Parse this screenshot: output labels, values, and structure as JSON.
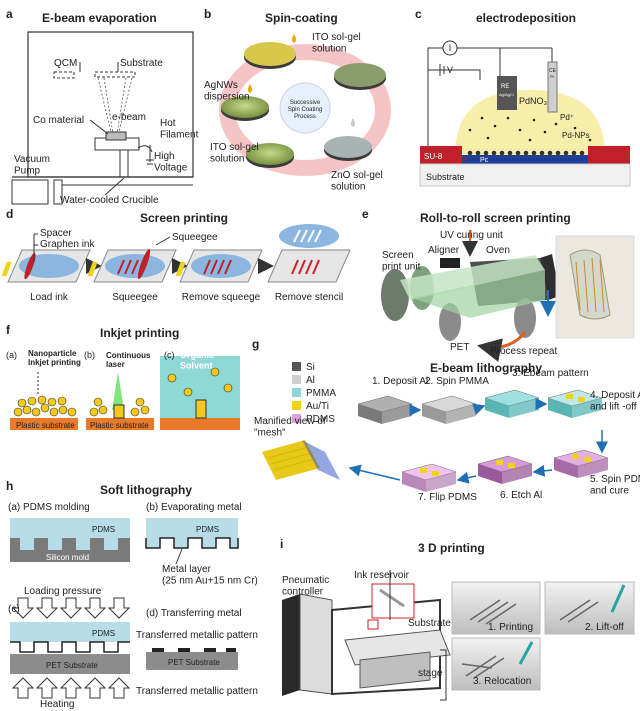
{
  "panels": {
    "a": {
      "letter": "a",
      "title": "E-beam evaporation",
      "labels": {
        "qcm": "QCM",
        "substrate": "Substrate",
        "co_material": "Co material",
        "ebeam": "e-beam",
        "hot_filament": "Hot\nFilament",
        "vacuum_pump": "Vacuum\nPump",
        "high_voltage": "High\nVoltage",
        "crucible": "Water-cooled Crucible"
      }
    },
    "b": {
      "letter": "b",
      "title": "Spin-coating",
      "labels": {
        "ito_top": "ITO sol-gel\nsolution",
        "agnws": "AgNWs\ndispersion",
        "process": "Successive\nSpin Coating\nProcess",
        "ito_bottom": "ITO sol-gel\nsolution",
        "zno": "ZnO sol-gel\nsolution"
      }
    },
    "c": {
      "letter": "c",
      "title": "electrodeposition",
      "labels": {
        "current": "I",
        "voltage": "V",
        "re": "RE",
        "re_sub": "Ag/AgCl",
        "ce": "CE",
        "ce_sub": "Pt",
        "pdno3": "PdNO₃",
        "pd_ion": "Pd⁺",
        "pd_nps": "Pd-NPs",
        "su8": "SU-8",
        "electron": "e",
        "pc": "Pc",
        "substrate": "Substrate"
      }
    },
    "d": {
      "letter": "d",
      "title": "Screen printing",
      "labels": {
        "spacer": "Spacer",
        "graphen_ink": "Graphen ink",
        "squeegee_top": "Squeegee"
      },
      "steps": [
        "Load ink",
        "Squeegee",
        "Remove squeege",
        "Remove stencil"
      ]
    },
    "e": {
      "letter": "e",
      "title": "Roll-to-roll screen printing",
      "labels": {
        "uv": "UV curing unit",
        "aligner": "Aligner",
        "oven": "Oven",
        "screen_print": "Screen\nprint unit",
        "pet": "PET",
        "repeat": "Process repeat"
      }
    },
    "f": {
      "letter": "f",
      "title": "Inkjet printing",
      "labels": {
        "a": "(a)",
        "b": "(b)",
        "c": "(c)",
        "nanoparticle": "Nanoparticle\nInkjet printing",
        "laser": "Continuous\nlaser",
        "solvent": "Organic\nSolvent",
        "plastic_a": "Plastic substrate",
        "plastic_b": "Plastic substrate"
      }
    },
    "g": {
      "letter": "g",
      "title": "E-beam lithography",
      "legend": [
        {
          "name": "Si",
          "color": "#555555"
        },
        {
          "name": "Al",
          "color": "#cfcfcf"
        },
        {
          "name": "PMMA",
          "color": "#8fd6d6"
        },
        {
          "name": "Au/Ti",
          "color": "#f2d31b"
        },
        {
          "name": "PDMS",
          "color": "#d9a3d9"
        }
      ],
      "steps": [
        "1. Deposit Al",
        "2. Spin PMMA",
        "3. Ebeam pattern",
        "4. Deposit Au/Ti\nand lift -off",
        "5. Spin PDMS\nand cure",
        "6. Etch Al",
        "7. Flip PDMS"
      ],
      "manified": "Manified view of\n\"mesh\""
    },
    "h": {
      "letter": "h",
      "title": "Soft lithography",
      "labels": {
        "a": "(a) PDMS molding",
        "b": "(b) Evaporating metal",
        "c": "(c)",
        "d": "(d) Transferring metal",
        "pdms1": "PDMS",
        "pdms2": "PDMS",
        "pdms3": "PDMS",
        "silicon": "Silicon mold",
        "metal_layer": "Metal layer\n(25 nm Au+15 nm Cr)",
        "loading": "Loading pressure",
        "pet1": "PET Substrate",
        "pet2": "PET Substrate",
        "heating": "Heating",
        "transferred1": "Transferred metallic pattern",
        "transferred2": "Transferred metallic pattern"
      }
    },
    "i": {
      "letter": "i",
      "title": "3 D printing",
      "labels": {
        "pneumatic": "Pneumatic\ncontroller",
        "reservoir": "Ink reservoir",
        "substrate": "Substrate",
        "stage": "stage"
      },
      "steps": [
        "1. Printing",
        "2. Lift-off",
        "3. Relocation"
      ]
    }
  }
}
